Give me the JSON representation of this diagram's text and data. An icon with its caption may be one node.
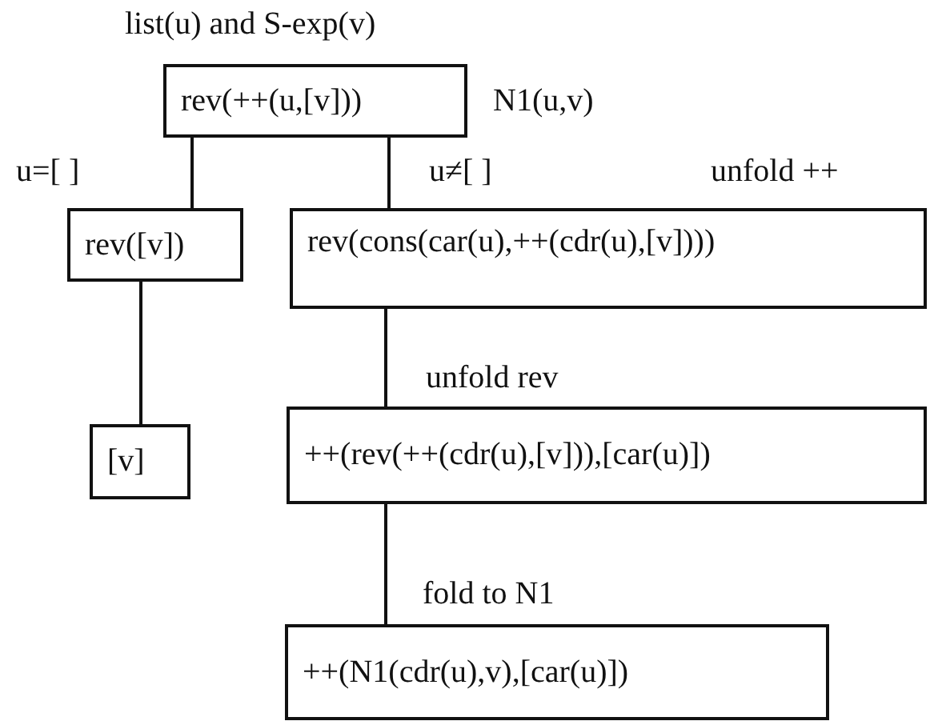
{
  "diagram": {
    "nodes": [
      {
        "text": [
          "rev(++(u,[v]))"
        ],
        "beside": [
          "list(u) and S-exp(v)",
          "N1(u,v)"
        ]
      },
      {
        "text": [
          "rev([v])"
        ]
      },
      {
        "text": [
          "rev(cons(car(u),++(cdr(u),[v])))"
        ]
      },
      {
        "text": [
          "[v]"
        ]
      },
      {
        "text": [
          "++(rev(++(cdr(u),[v])),[car(u)])"
        ]
      },
      {
        "text": [
          "++(N1(cdr(u),v),[car(u)])"
        ]
      }
    ],
    "edges": [
      {
        "from": 0,
        "to": 1,
        "arrow": "none",
        "label": "u=[ ]"
      },
      {
        "from": 0,
        "to": 2,
        "arrow": "none",
        "label": "u≠[ ]"
      },
      {
        "from": 1,
        "to": 3,
        "arrow": "none"
      },
      {
        "from": 2,
        "to": 4,
        "arrow": "none",
        "label": "unfold rev"
      },
      {
        "from": 4,
        "to": 5,
        "arrow": "none",
        "label": "fold to N1"
      }
    ],
    "labels": [
      "unfold ++"
    ]
  }
}
